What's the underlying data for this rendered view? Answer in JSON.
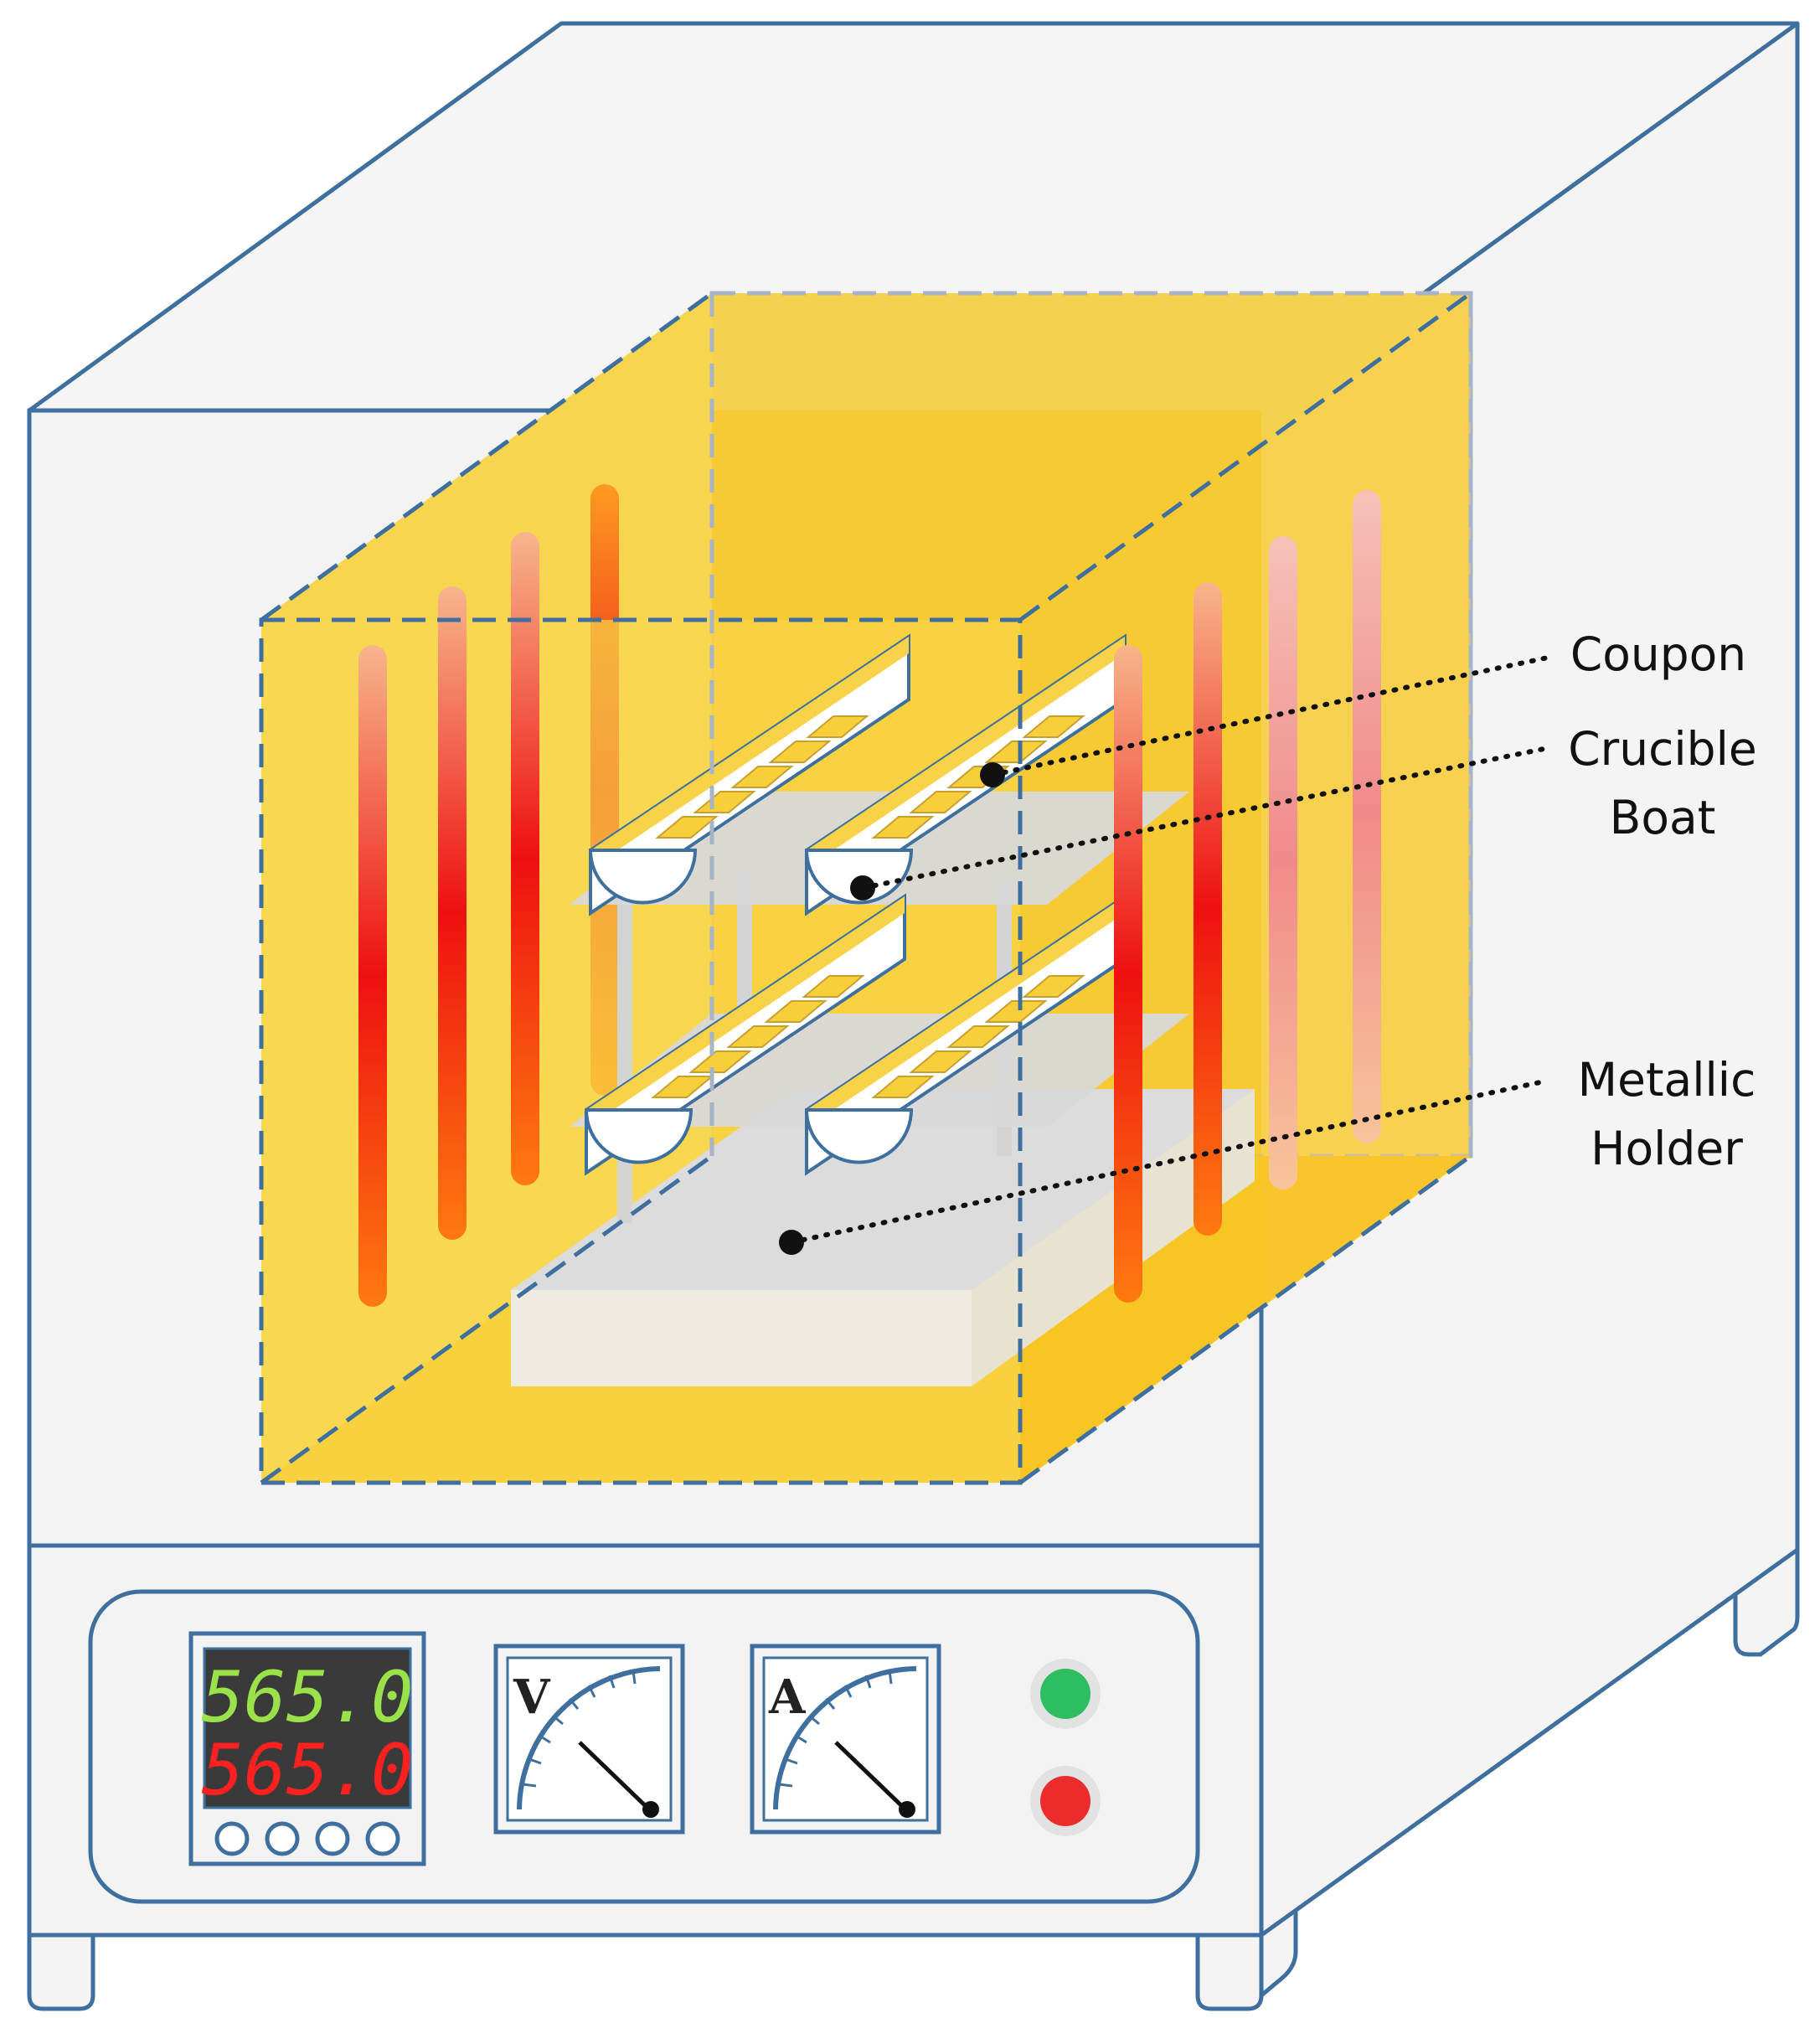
{
  "labels": {
    "coupon": "Coupon",
    "crucible_line1": "Crucible",
    "crucible_line2": "Boat",
    "holder_line1": "Metallic",
    "holder_line2": "Holder"
  },
  "controller": {
    "pv_reading": "565.0",
    "sv_reading": "565.0"
  },
  "meters": {
    "voltmeter_letter": "V",
    "ammeter_letter": "A"
  },
  "colors": {
    "outline": "#3e6f9f",
    "cabinet": "#f4f4f4",
    "chamber": "#f7c628",
    "pv_digits": "#9be24a",
    "sv_digits": "#ff2020",
    "green_button": "#2ebd60",
    "red_button": "#ec2b2b"
  }
}
